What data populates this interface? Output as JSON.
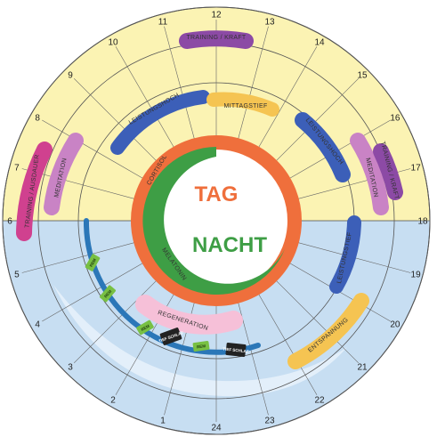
{
  "colors": {
    "day_bg": "#fbf3b3",
    "night_bg": "#c7def2",
    "orange": "#ef6f3c",
    "green": "#3e9e45",
    "blue": "#3c5fb8",
    "purple": "#8c4aa5",
    "magenta": "#d0418f",
    "orchid": "#c983c5",
    "gold": "#f5c452",
    "pink": "#f6c0d8",
    "sleep_blue": "#2b77b8",
    "rem_green": "#78c043",
    "tief_black": "#222222"
  },
  "hours": [
    "24",
    "1",
    "2",
    "3",
    "4",
    "5",
    "6",
    "7",
    "8",
    "9",
    "10",
    "11",
    "12",
    "13",
    "14",
    "15",
    "16",
    "17",
    "18",
    "19",
    "20",
    "21",
    "22",
    "23"
  ],
  "center": {
    "day_label": "TAG",
    "night_label": "NACHT"
  },
  "inner_ring": {
    "cortisol": "CORTISOL",
    "melatonin": "MELATONIN"
  },
  "arcs": {
    "leistungshoch_morning": "LEISTUNGSHOCH",
    "mittagstief": "MITTAGSTIEF",
    "leistungshoch_afternoon": "LEISTUNGSHOCH",
    "leistungstief": "LEISTUNGSTIEF",
    "meditation_left": "MEDITATION",
    "meditation_right": "MEDITATION",
    "training_ausdauer": "TRAINING / AUSDAUER",
    "training_kraft_top": "TRAINING / KRAFT",
    "training_kraft_right": "TRAINING / KRAFT",
    "entspannung": "ENTSPANNUNG",
    "regeneration": "REGENERATION"
  },
  "sleep_phases": {
    "rem": "REM",
    "tief_schlaf": "TIEF SCHLAF"
  }
}
